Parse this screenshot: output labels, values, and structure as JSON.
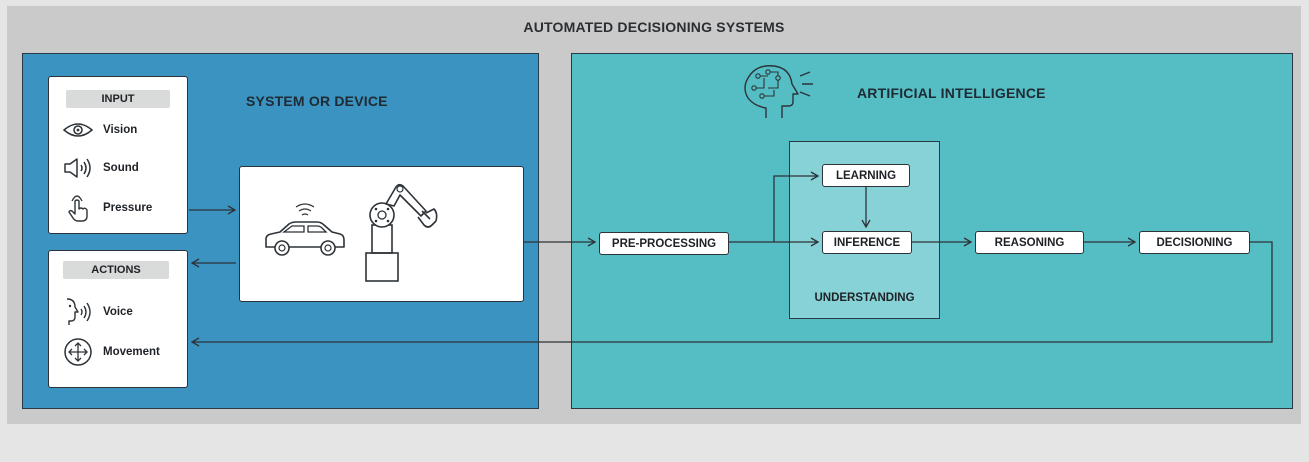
{
  "title": "AUTOMATED DECISIONING SYSTEMS",
  "system_panel": {
    "label": "SYSTEM OR DEVICE",
    "color": "#3a93c1"
  },
  "ai_panel": {
    "label": "ARTIFICIAL INTELLIGENCE",
    "color": "#55bec4",
    "icon": "ai-head-icon"
  },
  "input": {
    "header": "INPUT",
    "items": [
      {
        "label": "Vision",
        "icon": "eye-icon"
      },
      {
        "label": "Sound",
        "icon": "speaker-icon"
      },
      {
        "label": "Pressure",
        "icon": "touch-icon"
      }
    ]
  },
  "actions": {
    "header": "ACTIONS",
    "items": [
      {
        "label": "Voice",
        "icon": "speaking-face-icon"
      },
      {
        "label": "Movement",
        "icon": "move-arrows-icon"
      }
    ]
  },
  "device_icons": [
    "connected-car-icon",
    "robot-arm-icon"
  ],
  "understanding": {
    "label": "UNDERSTANDING",
    "color": "#87d2d6"
  },
  "nodes": {
    "preprocessing": "PRE-PROCESSING",
    "learning": "LEARNING",
    "inference": "INFERENCE",
    "reasoning": "REASONING",
    "decisioning": "DECISIONING"
  }
}
